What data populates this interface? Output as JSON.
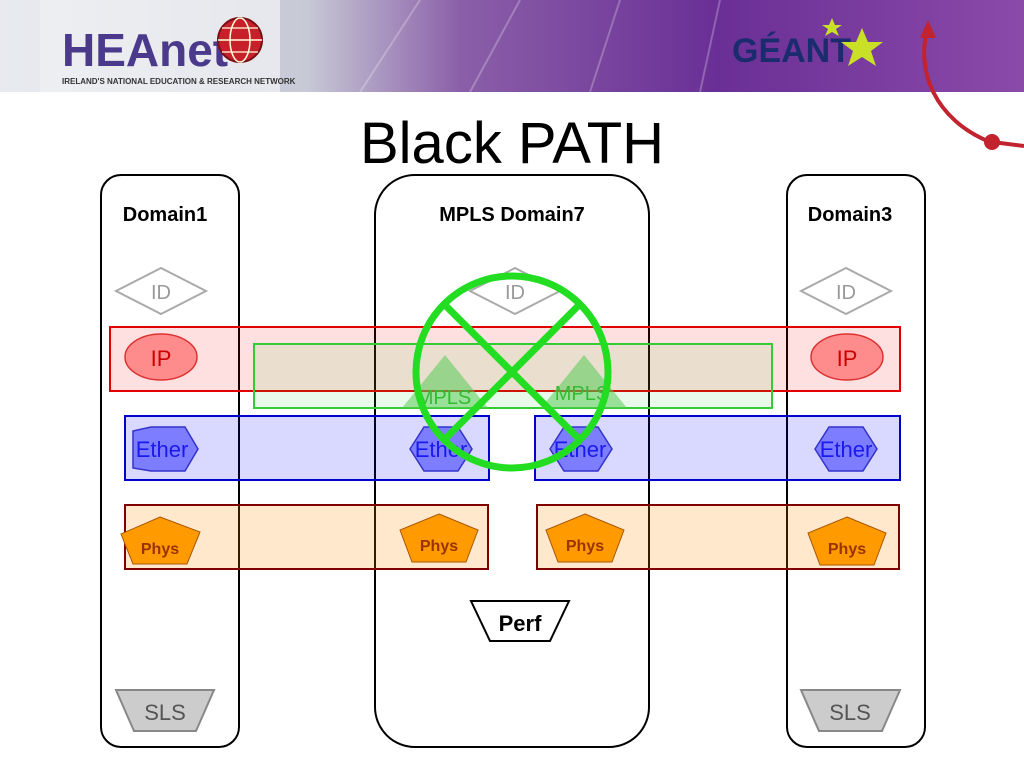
{
  "header": {
    "heanet_logo": "HEAnet",
    "heanet_subtitle": "IRELAND'S NATIONAL EDUCATION & RESEARCH NETWORK",
    "geant_logo": "GÉANT"
  },
  "slide": {
    "title": "Black PATH"
  },
  "domains": [
    {
      "label": "Domain1"
    },
    {
      "label": "MPLS Domain7"
    },
    {
      "label": "Domain3"
    }
  ],
  "nodes": {
    "id": "ID",
    "ip": "IP",
    "mpls": "MPLS",
    "ether": "Ether",
    "phys": "Phys",
    "perf": "Perf",
    "sls": "SLS"
  },
  "colors": {
    "ip_band": "#e00000",
    "mpls_band": "#33cc33",
    "ether_band": "#0000cc",
    "phys_band": "#800000",
    "cross_mark": "#22dd22",
    "header_purple": "#5a2a8a"
  }
}
